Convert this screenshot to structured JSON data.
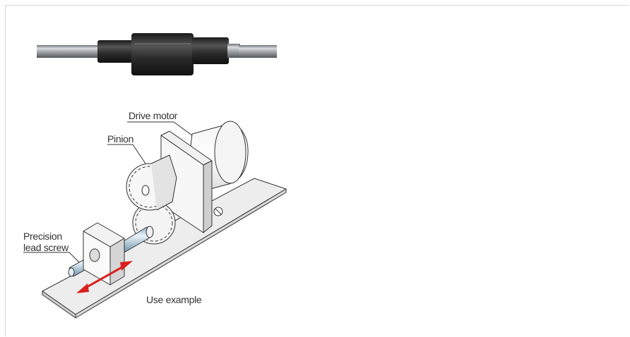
{
  "labels": {
    "drive_motor": "Drive motor",
    "pinion": "Pinion",
    "precision_line1": "Precision",
    "precision_line2": "lead screw",
    "use_example": "Use example"
  },
  "colors": {
    "arrow": "#d9201c",
    "shaft_dark": "#2b2b2b",
    "shaft_steel": "#a9adb2",
    "line": "#333333"
  }
}
